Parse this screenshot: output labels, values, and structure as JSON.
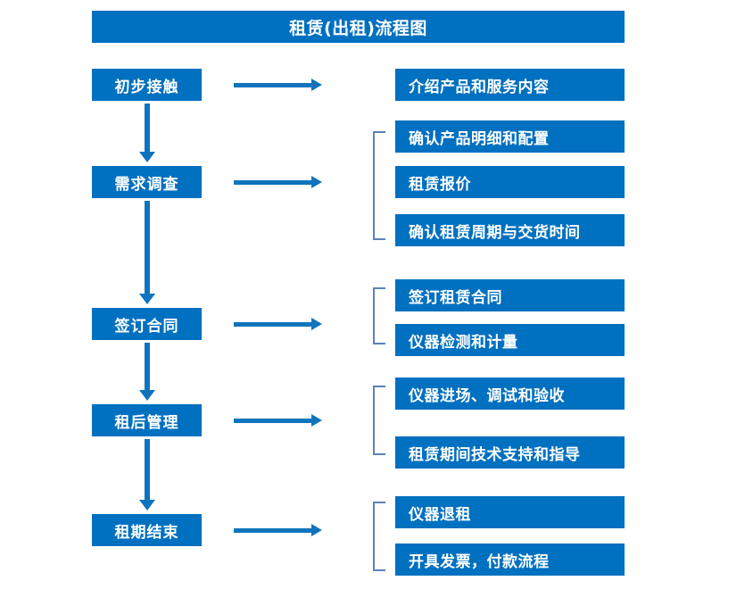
{
  "diagram": {
    "title": "租赁(出租)流程图",
    "colors": {
      "box_fill": "#0070C0",
      "box_text": "#FFFFFF",
      "arrow": "#0F74BD",
      "bracket": "#5B83B8",
      "background": "#FFFFFF"
    },
    "stages": [
      {
        "id": "stage-1",
        "label": "初步接触"
      },
      {
        "id": "stage-2",
        "label": "需求调查"
      },
      {
        "id": "stage-3",
        "label": "签订合同"
      },
      {
        "id": "stage-4",
        "label": "租后管理"
      },
      {
        "id": "stage-5",
        "label": "租期结束"
      }
    ],
    "tasks": [
      {
        "id": "task-1",
        "label": "介绍产品和服务内容"
      },
      {
        "id": "task-2",
        "label": "确认产品明细和配置"
      },
      {
        "id": "task-3",
        "label": "租赁报价"
      },
      {
        "id": "task-4",
        "label": "确认租赁周期与交货时间"
      },
      {
        "id": "task-5",
        "label": "签订租赁合同"
      },
      {
        "id": "task-6",
        "label": "仪器检测和计量"
      },
      {
        "id": "task-7",
        "label": "仪器进场、调试和验收"
      },
      {
        "id": "task-8",
        "label": "租赁期间技术支持和指导"
      },
      {
        "id": "task-9",
        "label": "仪器退租"
      },
      {
        "id": "task-10",
        "label": "开具发票，付款流程"
      }
    ],
    "icons": {
      "arrow_right": "arrow-right-icon",
      "arrow_down": "arrow-down-icon",
      "bracket": "group-bracket-icon"
    }
  }
}
